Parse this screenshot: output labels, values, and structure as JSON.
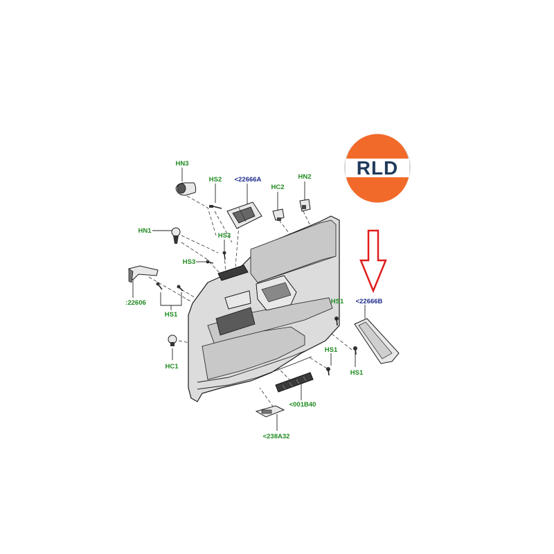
{
  "logo": {
    "text": "RLD",
    "colors": {
      "orange": "#f26a2a",
      "navy": "#1f3a5c",
      "white": "#ffffff"
    }
  },
  "arrow": {
    "color": "#e01b1b",
    "direction": "down"
  },
  "labels": {
    "hn3": "HN3",
    "hs2": "HS2",
    "part_22666a": "<22666A",
    "hc2": "HC2",
    "hn2": "HN2",
    "hn1": "HN1",
    "hs3_top": "HS3",
    "hs3_left": "HS3",
    "part_22606": ":22606",
    "hs1_left": "HS1",
    "hs1_mid_top": "HS1",
    "part_22666b": "<22666B",
    "hc1": "HC1",
    "hs1_mid_bottom": "HS1",
    "hs1_right": "HS1",
    "part_001b40": "<001B40",
    "part_238a32": "<238A32"
  }
}
